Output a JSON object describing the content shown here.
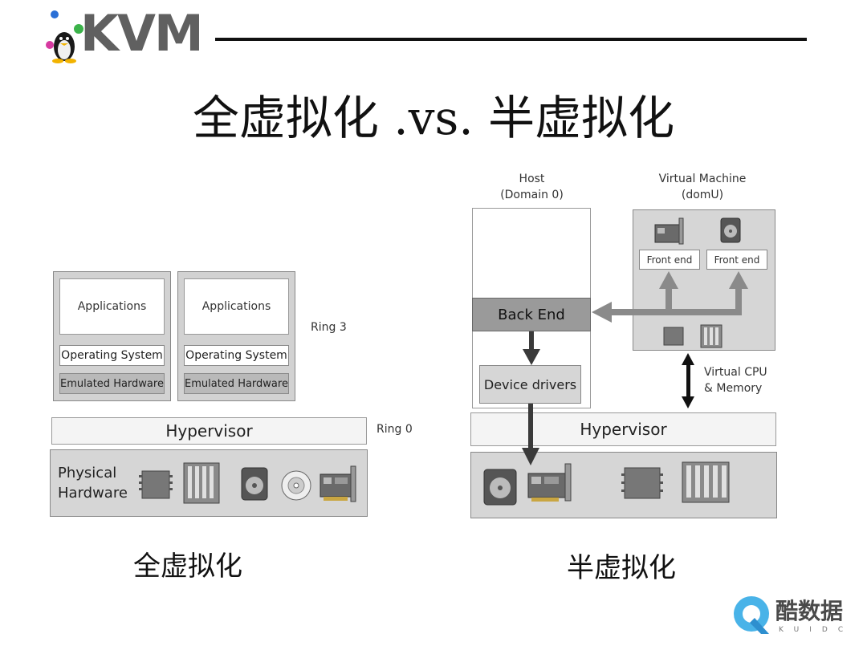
{
  "header": {
    "logo_text": "KVM"
  },
  "title": "全虚拟化 .vs. 半虚拟化",
  "full_virt": {
    "vm1": {
      "applications": "Applications",
      "os": "Operating System",
      "emulated": "Emulated Hardware"
    },
    "vm2": {
      "applications": "Applications",
      "os": "Operating System",
      "emulated": "Emulated Hardware"
    },
    "ring3": "Ring 3",
    "ring0": "Ring 0",
    "hypervisor": "Hypervisor",
    "physical": "Physical\nHardware",
    "caption": "全虚拟化"
  },
  "para_virt": {
    "host_label": "Host\n(Domain 0)",
    "vm_label": "Virtual Machine\n(domU)",
    "back_end": "Back End",
    "device_drivers": "Device drivers",
    "front_end_1": "Front end",
    "front_end_2": "Front end",
    "vcpu": "Virtual CPU\n& Memory",
    "hypervisor": "Hypervisor",
    "caption": "半虚拟化"
  },
  "watermark": {
    "text": "酷数据",
    "sub": "KUIDC"
  },
  "colors": {
    "box_grey": "#d2d2d2",
    "emulated_grey": "#b9b9b9",
    "arrow_dark": "#3a3a3a",
    "arrow_light": "#8a8a8a"
  }
}
